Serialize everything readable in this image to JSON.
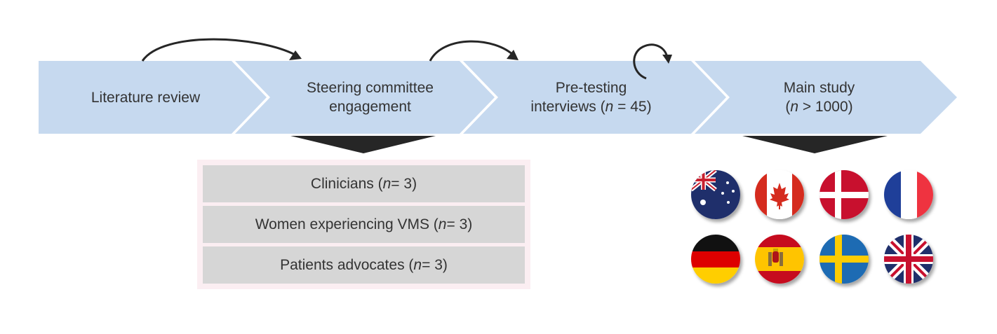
{
  "steps": [
    {
      "line1": "Literature review",
      "line2": ""
    },
    {
      "line1": "Steering committee",
      "line2": "engagement"
    },
    {
      "line1": "Pre-testing",
      "line2_prefix": "interviews (",
      "n_var": "n",
      "line2_suffix": " = 45)"
    },
    {
      "line1": "Main study",
      "line2_prefix": "(",
      "n_var": "n",
      "line2_suffix": " > 1000)"
    }
  ],
  "committee": [
    {
      "label": "Clinicians (",
      "n_var": "n",
      "suffix": " = 3)"
    },
    {
      "label": "Women experiencing VMS (",
      "n_var": "n",
      "suffix": " = 3)"
    },
    {
      "label": "Patients advocates (",
      "n_var": "n",
      "suffix": " = 3)"
    }
  ],
  "flags": [
    "australia-flag",
    "canada-flag",
    "denmark-flag",
    "france-flag",
    "germany-flag",
    "spain-flag",
    "sweden-flag",
    "uk-flag"
  ],
  "colors": {
    "chevron": "#c6d9ef",
    "arrow": "#262626",
    "panel": "#fbeef2",
    "row": "#d6d6d6"
  }
}
